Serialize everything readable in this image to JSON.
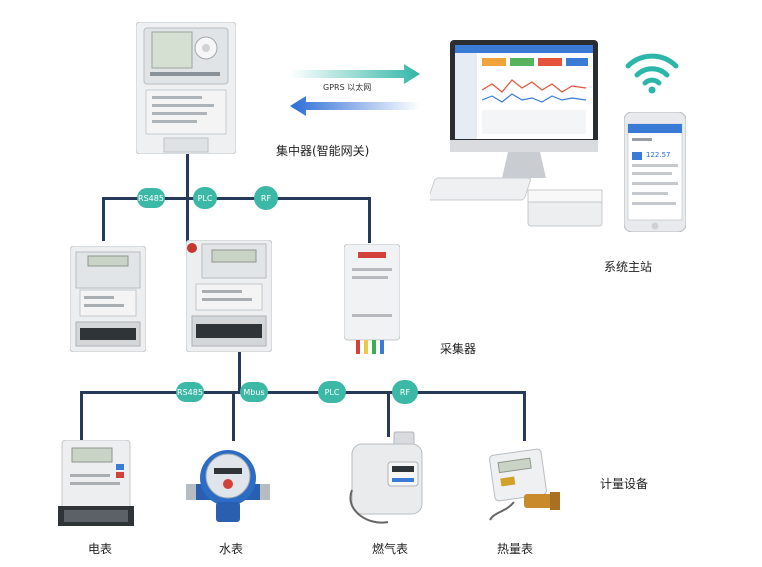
{
  "nodes": {
    "concentrator": "集中器(智能网关)",
    "master_station": "系统主站",
    "collector": "采集器",
    "metering": "计量设备",
    "electric_meter": "电表",
    "water_meter": "水表",
    "gas_meter": "燃气表",
    "heat_meter": "热量表"
  },
  "links": {
    "top_comm": "GPRS  以太网",
    "bus1": [
      "RS485",
      "PLC",
      "RF"
    ],
    "bus2": [
      "RS485",
      "Mbus",
      "PLC",
      "RF"
    ]
  },
  "app_ui": {
    "price": "122.57"
  },
  "colors": {
    "accent": "#3cb8a6",
    "line": "#273a5a",
    "arrow_teal": "#32b6a8",
    "arrow_blue": "#2a6cd6"
  }
}
